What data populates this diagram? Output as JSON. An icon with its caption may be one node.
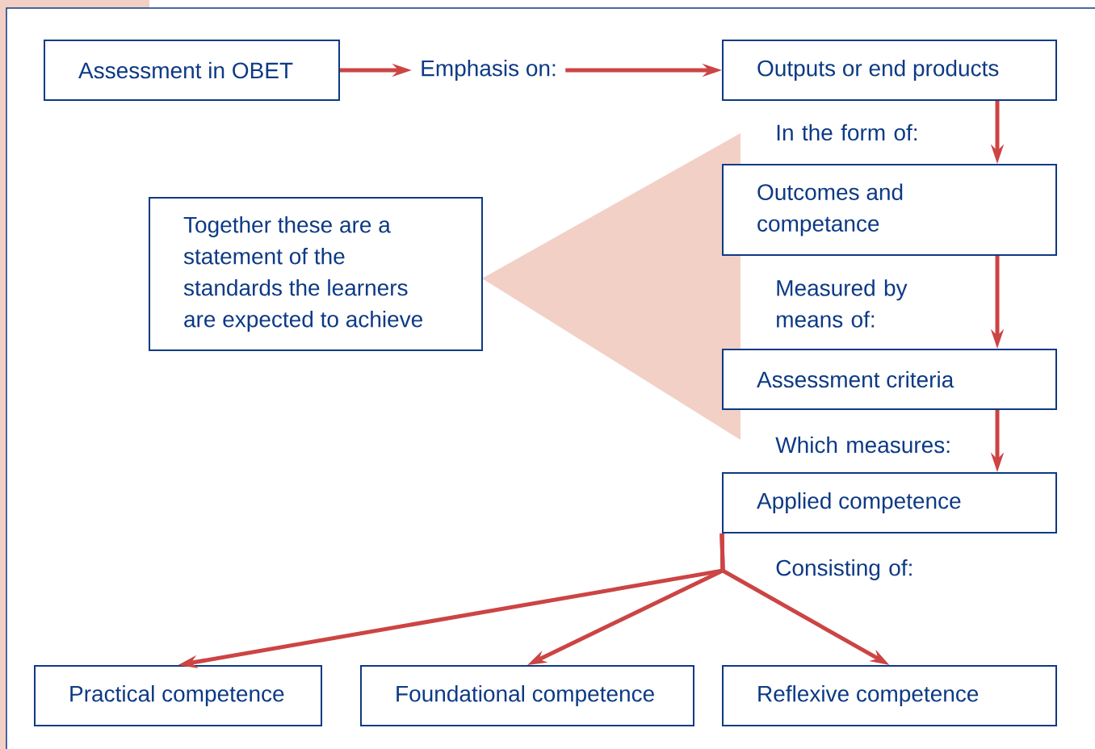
{
  "diagram": {
    "nodes": [
      {
        "text": [
          "Assessment in OBET"
        ]
      },
      {
        "text": [
          "Emphasis on:"
        ]
      },
      {
        "text": [
          "Outputs or end products"
        ]
      },
      {
        "text": [
          "Outcomes and competance"
        ]
      },
      {
        "text": [
          "Assessment criteria"
        ]
      },
      {
        "text": [
          "Applied competence"
        ]
      },
      {
        "text": [
          "Together these are a statement of the standards the learners are expected to achieve"
        ]
      },
      {
        "text": [
          "Practical competence"
        ]
      },
      {
        "text": [
          "Foundational competence"
        ]
      },
      {
        "text": [
          "Reflexive competence"
        ]
      }
    ],
    "edges": [
      {
        "from": 0,
        "to": 1,
        "arrow": "to"
      },
      {
        "from": 1,
        "to": 2,
        "arrow": "to"
      },
      {
        "from": 2,
        "to": 3,
        "arrow": "to",
        "label": "In the form of:"
      },
      {
        "from": 3,
        "to": 4,
        "arrow": "to",
        "label": "Measured by means of:"
      },
      {
        "from": 4,
        "to": 5,
        "arrow": "to",
        "label": "Which measures:"
      },
      {
        "from": 5,
        "to": 7,
        "arrow": "to"
      },
      {
        "from": 5,
        "to": 8,
        "arrow": "to"
      },
      {
        "from": 5,
        "to": 9,
        "arrow": "to",
        "label": "Consisting of:"
      }
    ]
  }
}
